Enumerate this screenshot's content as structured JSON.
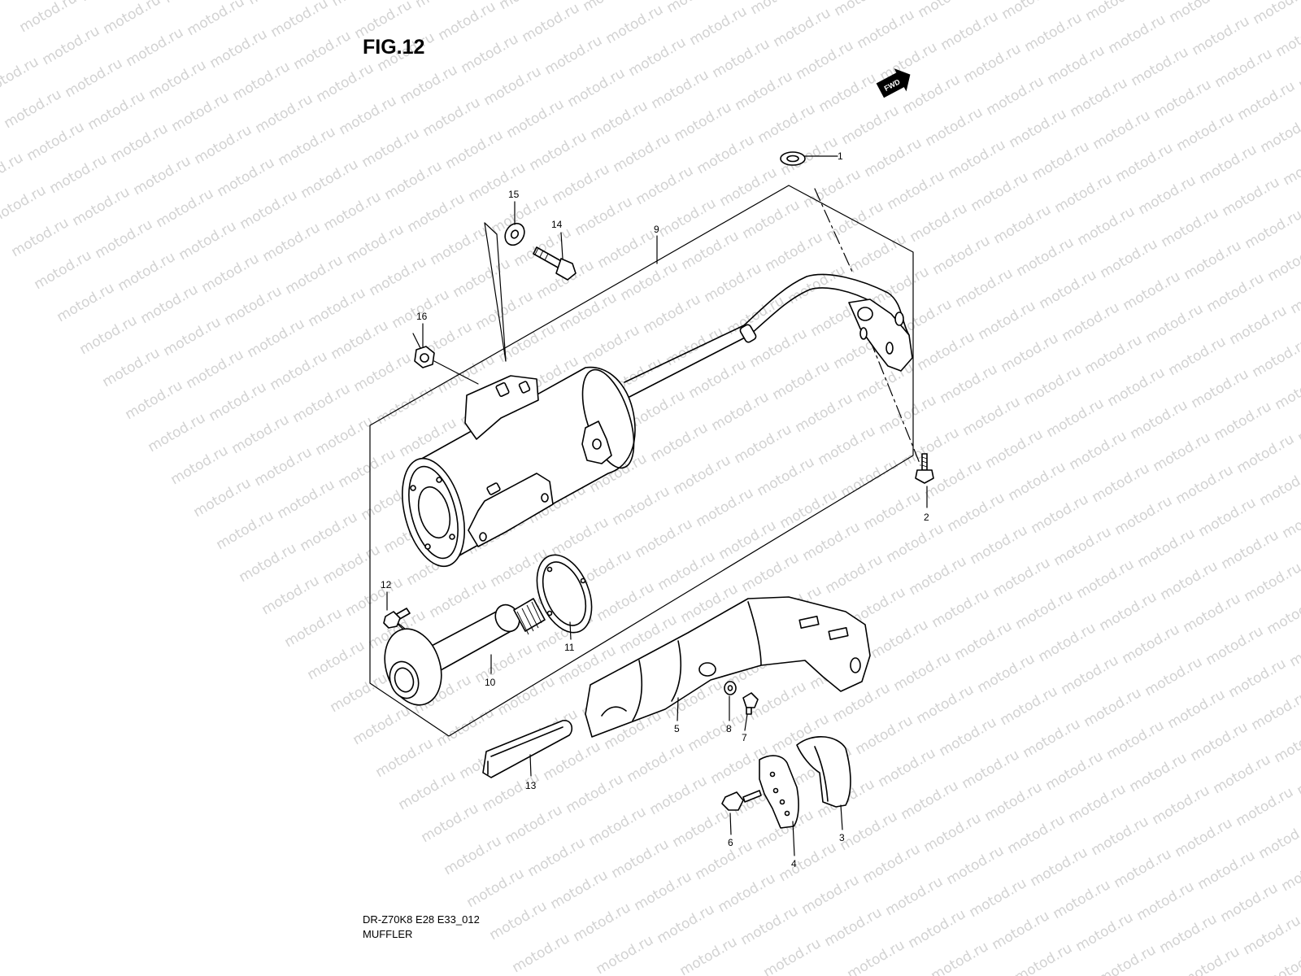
{
  "figure": {
    "title": "FIG.12",
    "direction_badge": "FWD",
    "model_code": "DR-Z70K8 E28 E33_012",
    "caption": "MUFFLER"
  },
  "watermark": {
    "text": "motod.ru",
    "color": "#d2d2d2"
  },
  "callouts": [
    {
      "id": "1",
      "label": "1"
    },
    {
      "id": "2",
      "label": "2"
    },
    {
      "id": "3",
      "label": "3"
    },
    {
      "id": "4",
      "label": "4"
    },
    {
      "id": "5",
      "label": "5"
    },
    {
      "id": "6",
      "label": "6"
    },
    {
      "id": "7",
      "label": "7"
    },
    {
      "id": "8",
      "label": "8"
    },
    {
      "id": "9",
      "label": "9"
    },
    {
      "id": "10",
      "label": "10"
    },
    {
      "id": "11",
      "label": "11"
    },
    {
      "id": "12",
      "label": "12"
    },
    {
      "id": "13",
      "label": "13"
    },
    {
      "id": "14",
      "label": "14"
    },
    {
      "id": "15",
      "label": "15"
    },
    {
      "id": "16",
      "label": "16"
    }
  ]
}
